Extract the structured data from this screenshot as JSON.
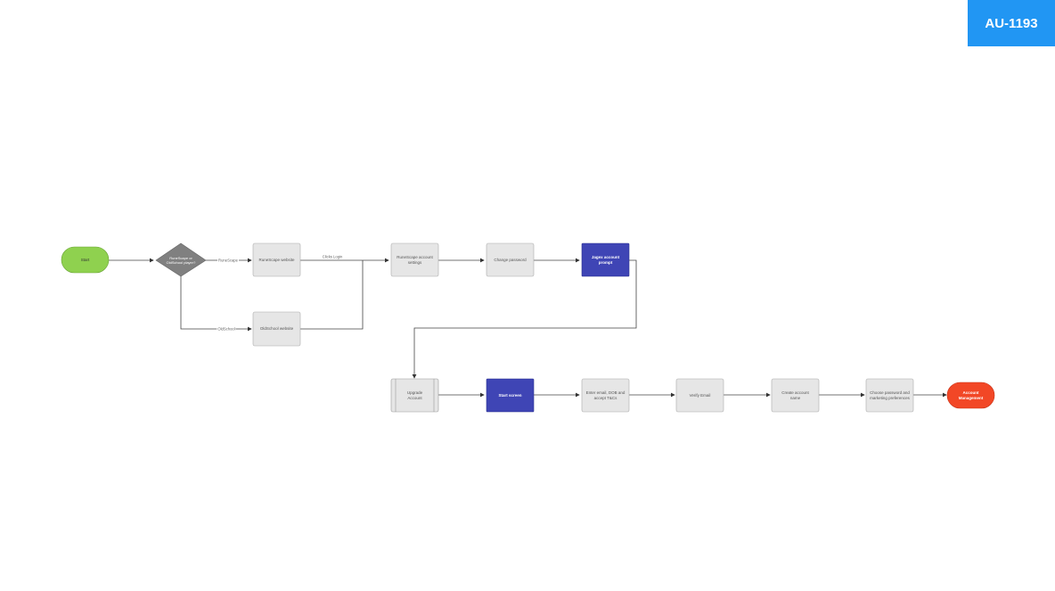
{
  "badge": {
    "text": "AU-1193"
  },
  "colors": {
    "start_fill": "#8fd14f",
    "end_fill": "#f24726",
    "decision_fill": "#808080",
    "process_fill": "#e6e6e6",
    "highlight_fill": "#3f45b5",
    "badge_fill": "#2196f3"
  },
  "nodes": {
    "start": "Start",
    "decision": "RuneScape or OldSchool player?",
    "runescape_website": "RuneScape website",
    "oldschool_website": "OldSchool website",
    "account_settings": "RuneScape account settings",
    "change_password": "Change password",
    "jagex_prompt": "Jagex account prompt",
    "upgrade_account": "Upgrade Account",
    "start_screen": "Start screen",
    "enter_email": "Enter email, DOB and accept T&Cs",
    "verify_email": "Verify Email",
    "create_account_name": "Create account name",
    "choose_password": "Choose password and marketing preferences",
    "account_management": "Account Management"
  },
  "edges": {
    "runescape": "RuneScape",
    "oldschool": "OldSchool",
    "clicks_login": "Clicks Login"
  }
}
